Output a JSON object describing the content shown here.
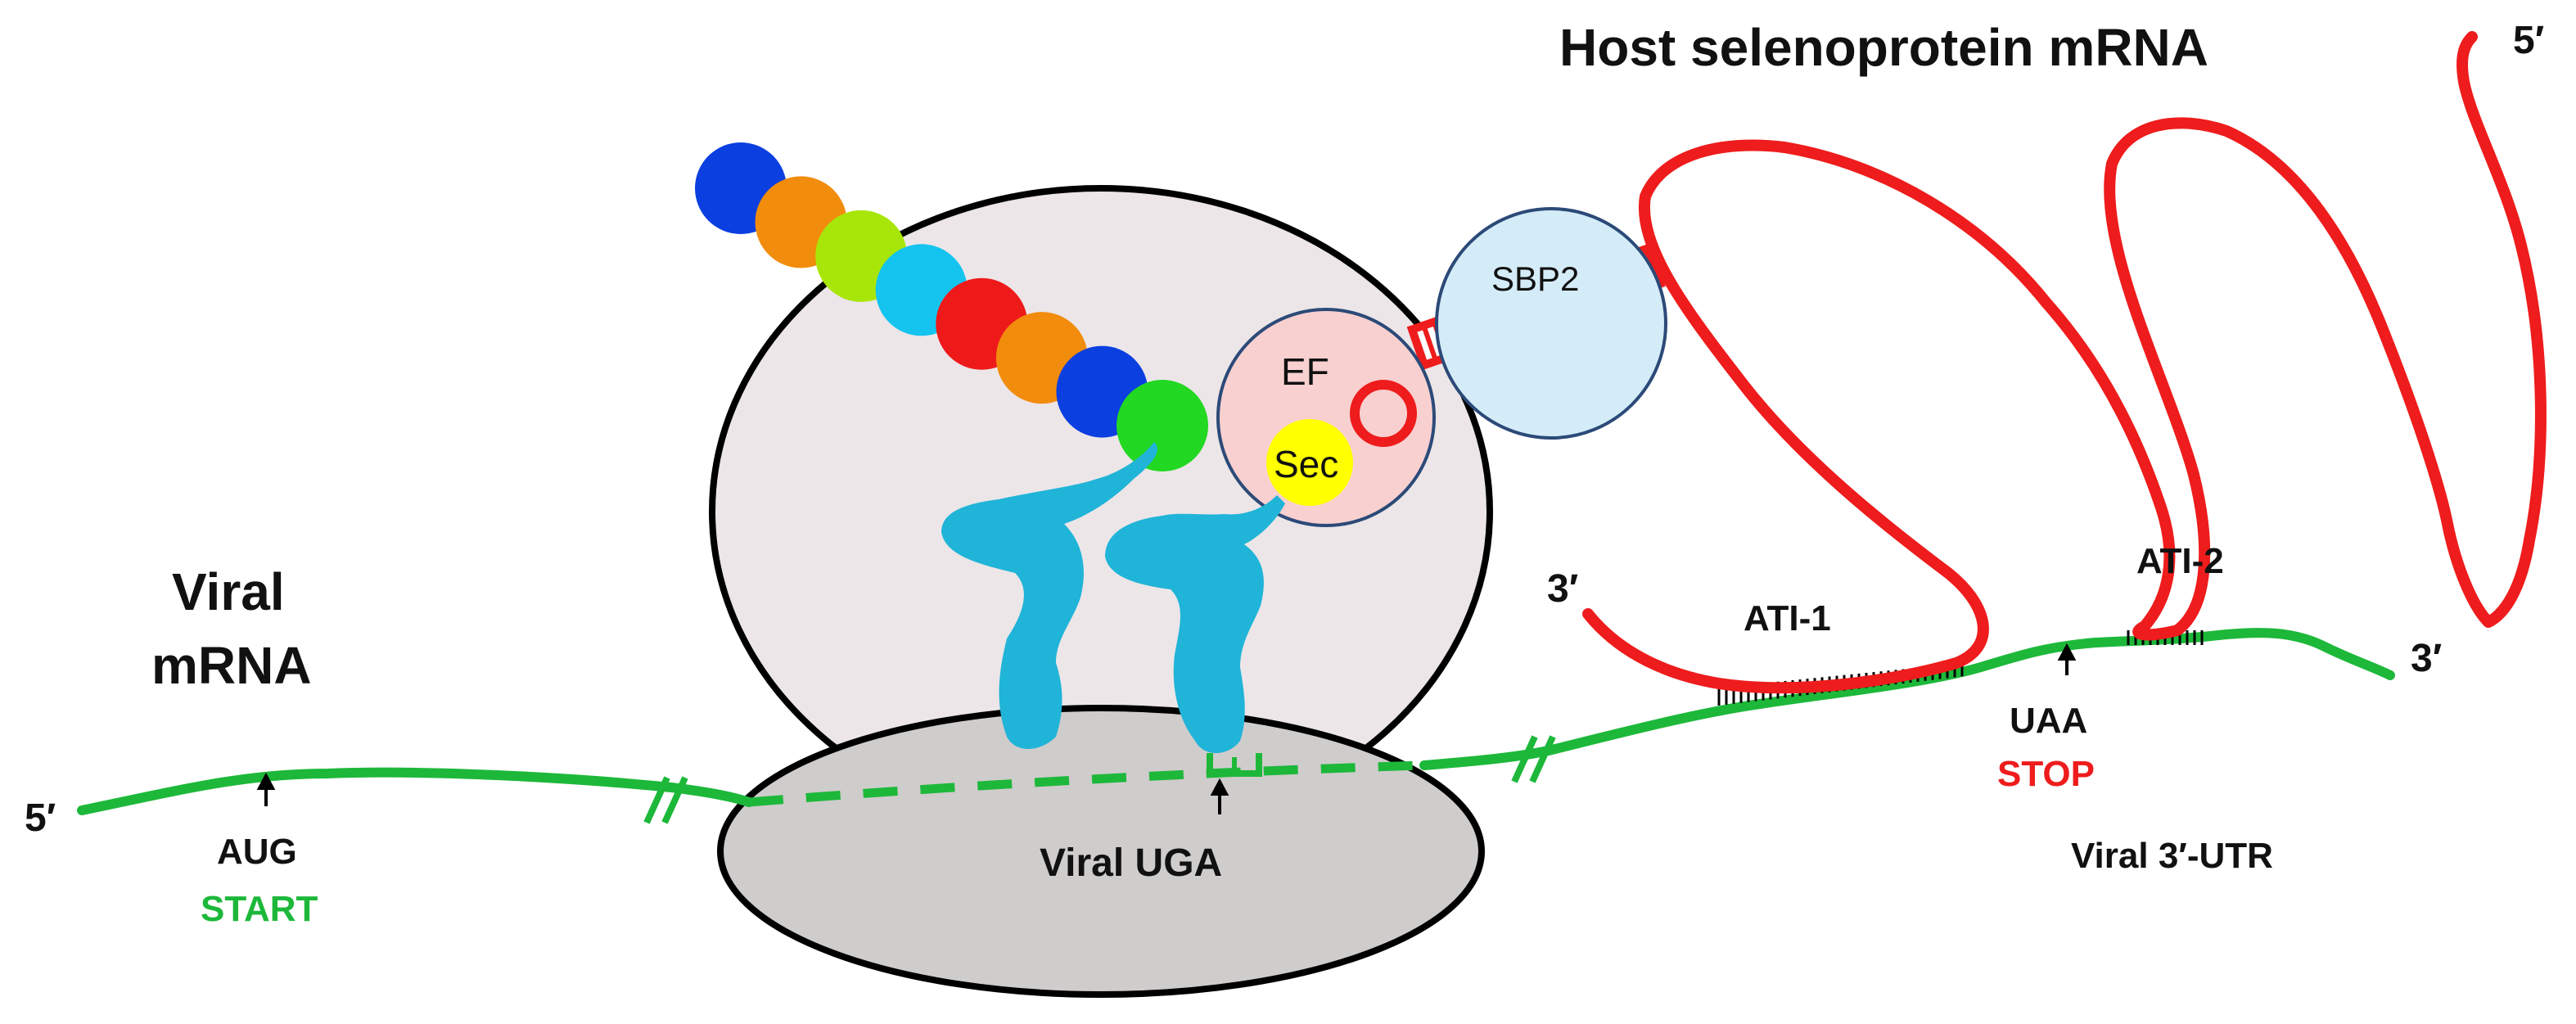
{
  "title": "Host selenoprotein mRNA",
  "labels": {
    "viral_mrna_line1": "Viral",
    "viral_mrna_line2": "mRNA",
    "five_prime_left": "5′",
    "five_prime_right": "5′",
    "three_prime_host": "3′",
    "three_prime_viral": "3′",
    "aug": "AUG",
    "start": "START",
    "viral_uga": "Viral UGA",
    "uaa": "UAA",
    "stop": "STOP",
    "viral_3utr": "Viral 3′-UTR",
    "ati1": "ATI-1",
    "ati2": "ATI-2",
    "ef": "EF",
    "sec": "Sec",
    "sbp2": "SBP2"
  },
  "peptide_chain_colors": [
    "#0b3fe0",
    "#f28c0c",
    "#a8e60a",
    "#14c4ee",
    "#ee1a1a",
    "#f28c0c",
    "#0b3fe0",
    "#22d822"
  ],
  "colors": {
    "viral_mrna": "#1db83a",
    "host_mrna": "#ee1c1c",
    "start_text": "#1db83a",
    "stop_text": "#ee1c1c",
    "ribosome_large": "#ece6e8",
    "ribosome_small": "#cfcccc",
    "ef_fill": "#f8d0d0",
    "sbp2_fill": "#d4ecf8",
    "sec_fill": "#ffff00",
    "trna": "#20b4d8"
  }
}
